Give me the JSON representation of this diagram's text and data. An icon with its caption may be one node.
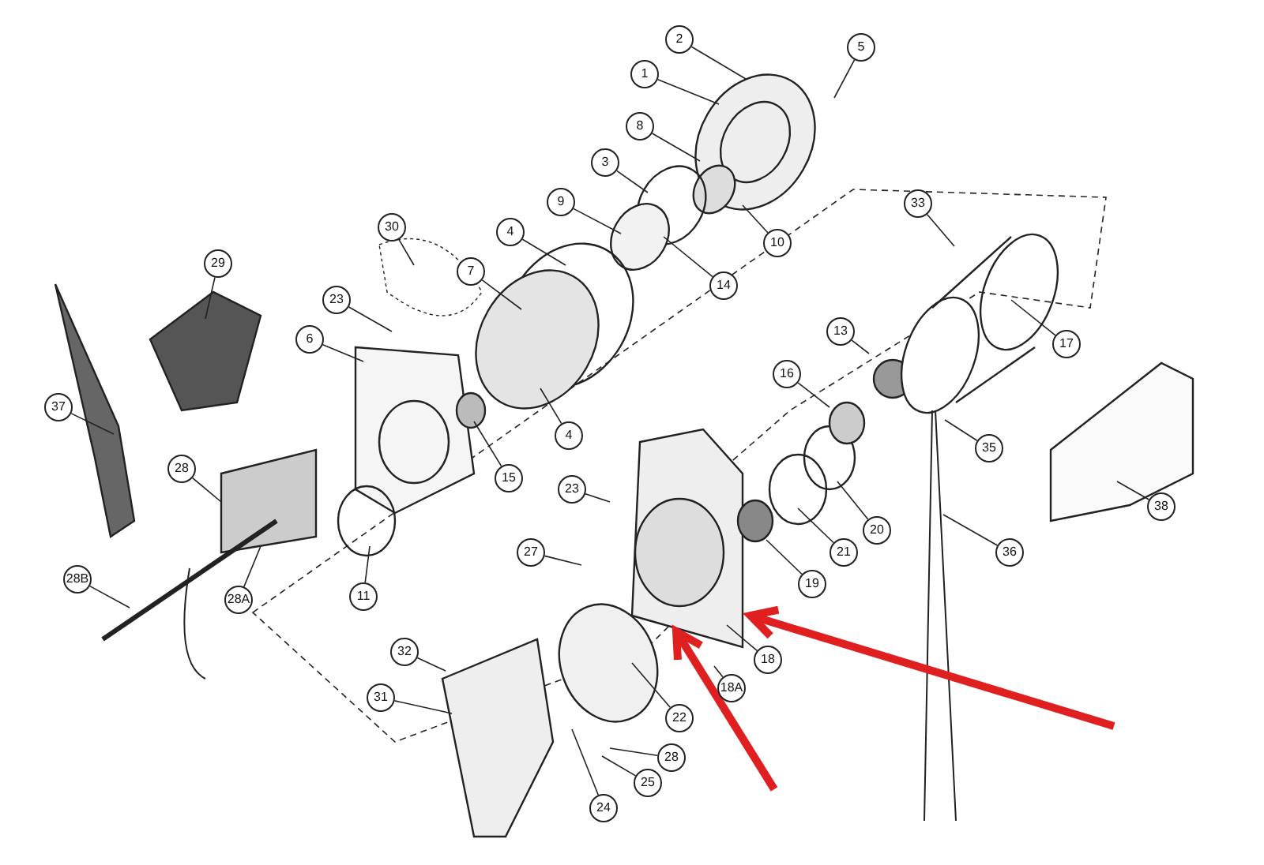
{
  "diagram": {
    "nodes": [
      {
        "text": [
          "2"
        ]
      },
      {
        "text": [
          "5"
        ]
      },
      {
        "text": [
          "1"
        ]
      },
      {
        "text": [
          "8"
        ]
      },
      {
        "text": [
          "3"
        ]
      },
      {
        "text": [
          "9"
        ]
      },
      {
        "text": [
          "33"
        ]
      },
      {
        "text": [
          "30"
        ]
      },
      {
        "text": [
          "4"
        ]
      },
      {
        "text": [
          "10"
        ]
      },
      {
        "text": [
          "29"
        ]
      },
      {
        "text": [
          "7"
        ]
      },
      {
        "text": [
          "14"
        ]
      },
      {
        "text": [
          "23"
        ]
      },
      {
        "text": [
          "13"
        ]
      },
      {
        "text": [
          "6"
        ]
      },
      {
        "text": [
          "17"
        ]
      },
      {
        "text": [
          "16"
        ]
      },
      {
        "text": [
          "37"
        ]
      },
      {
        "text": [
          "4"
        ]
      },
      {
        "text": [
          "35"
        ]
      },
      {
        "text": [
          "28"
        ]
      },
      {
        "text": [
          "15"
        ]
      },
      {
        "text": [
          "23"
        ]
      },
      {
        "text": [
          "38"
        ]
      },
      {
        "text": [
          "20"
        ]
      },
      {
        "text": [
          "36"
        ]
      },
      {
        "text": [
          "21"
        ]
      },
      {
        "text": [
          "27"
        ]
      },
      {
        "text": [
          "28B"
        ]
      },
      {
        "text": [
          "19"
        ]
      },
      {
        "text": [
          "11"
        ]
      },
      {
        "text": [
          "28A"
        ]
      },
      {
        "text": [
          "32"
        ]
      },
      {
        "text": [
          "18"
        ]
      },
      {
        "text": [
          "18A"
        ]
      },
      {
        "text": [
          "31"
        ]
      },
      {
        "text": [
          "22"
        ]
      },
      {
        "text": [
          "28"
        ]
      },
      {
        "text": [
          "25"
        ]
      },
      {
        "text": [
          "24"
        ]
      }
    ],
    "edges": [
      {
        "from": 0,
        "to": null,
        "arrow": "none"
      },
      {
        "from": 1,
        "to": null,
        "arrow": "none"
      },
      {
        "from": 2,
        "to": null,
        "arrow": "none"
      },
      {
        "from": 3,
        "to": null,
        "arrow": "none"
      },
      {
        "from": 4,
        "to": null,
        "arrow": "none"
      },
      {
        "from": 5,
        "to": null,
        "arrow": "none"
      },
      {
        "from": 6,
        "to": null,
        "arrow": "none"
      },
      {
        "from": 7,
        "to": null,
        "arrow": "none"
      },
      {
        "from": 8,
        "to": null,
        "arrow": "none"
      },
      {
        "from": 9,
        "to": null,
        "arrow": "none"
      },
      {
        "from": 10,
        "to": null,
        "arrow": "none"
      },
      {
        "from": 11,
        "to": null,
        "arrow": "none"
      },
      {
        "from": 12,
        "to": null,
        "arrow": "none"
      },
      {
        "from": 13,
        "to": null,
        "arrow": "none"
      },
      {
        "from": 14,
        "to": null,
        "arrow": "none"
      },
      {
        "from": 15,
        "to": null,
        "arrow": "none"
      },
      {
        "from": 16,
        "to": null,
        "arrow": "none"
      },
      {
        "from": 17,
        "to": null,
        "arrow": "none"
      },
      {
        "from": 18,
        "to": null,
        "arrow": "none"
      },
      {
        "from": 19,
        "to": null,
        "arrow": "none"
      },
      {
        "from": 20,
        "to": null,
        "arrow": "none"
      },
      {
        "from": 21,
        "to": null,
        "arrow": "none"
      },
      {
        "from": 22,
        "to": null,
        "arrow": "none"
      },
      {
        "from": 23,
        "to": null,
        "arrow": "none"
      },
      {
        "from": 24,
        "to": null,
        "arrow": "none"
      },
      {
        "from": 25,
        "to": null,
        "arrow": "none"
      },
      {
        "from": 26,
        "to": null,
        "arrow": "none"
      },
      {
        "from": 27,
        "to": null,
        "arrow": "none"
      },
      {
        "from": 28,
        "to": null,
        "arrow": "none"
      },
      {
        "from": 29,
        "to": null,
        "arrow": "none"
      },
      {
        "from": 30,
        "to": null,
        "arrow": "none"
      },
      {
        "from": 31,
        "to": null,
        "arrow": "none"
      },
      {
        "from": 32,
        "to": null,
        "arrow": "none"
      },
      {
        "from": 33,
        "to": null,
        "arrow": "none"
      },
      {
        "from": 34,
        "to": null,
        "arrow": "none"
      },
      {
        "from": 35,
        "to": null,
        "arrow": "none"
      },
      {
        "from": 36,
        "to": null,
        "arrow": "none"
      },
      {
        "from": 37,
        "to": null,
        "arrow": "none"
      },
      {
        "from": 38,
        "to": null,
        "arrow": "none"
      },
      {
        "from": 39,
        "to": null,
        "arrow": "none"
      },
      {
        "from": 40,
        "to": null,
        "arrow": "none"
      }
    ]
  }
}
